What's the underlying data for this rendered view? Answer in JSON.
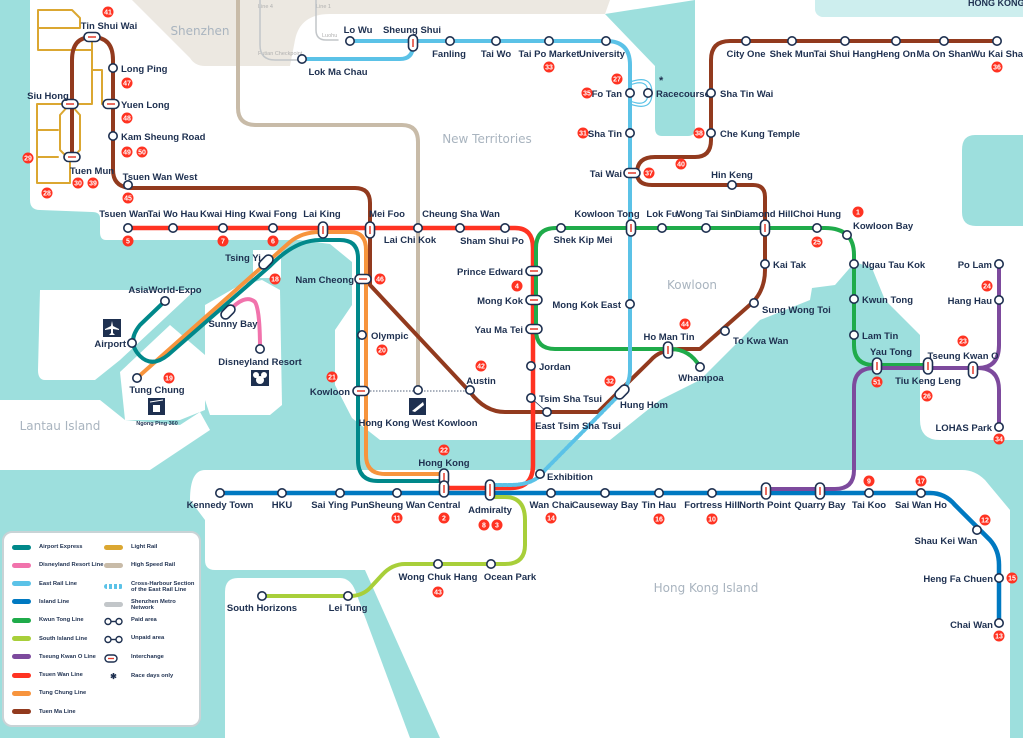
{
  "areas": {
    "shenzhen": "Shenzhen",
    "new_territories": "New Territories",
    "kowloon": "Kowloon",
    "lantau": "Lantau Island",
    "hk_island": "Hong Kong Island",
    "hong_kong_top": "HONG KONG"
  },
  "shenzhen_metro": {
    "line4": "Line 4",
    "line1": "Line 1",
    "luohu": "Luohu",
    "futian": "Futian Checkpoint"
  },
  "ngong_ping": "Ngong Ping 360",
  "lines": [
    {
      "id": "ae",
      "name": "Airport Express",
      "color": "#00888a"
    },
    {
      "id": "drl",
      "name": "Disneyland Resort Line",
      "color": "#f173ac"
    },
    {
      "id": "eal",
      "name": "East Rail Line",
      "color": "#5bc2e7"
    },
    {
      "id": "isl",
      "name": "Island Line",
      "color": "#0079c1"
    },
    {
      "id": "ktl",
      "name": "Kwun Tong Line",
      "color": "#1fab4a"
    },
    {
      "id": "sil",
      "name": "South Island Line",
      "color": "#a8cf3a"
    },
    {
      "id": "tkl",
      "name": "Tseung Kwan O Line",
      "color": "#7d4a9d"
    },
    {
      "id": "twl",
      "name": "Tsuen Wan Line",
      "color": "#ff3322"
    },
    {
      "id": "tcl",
      "name": "Tung Chung Line",
      "color": "#f7943d"
    },
    {
      "id": "tml",
      "name": "Tuen Ma Line",
      "color": "#923a1e"
    },
    {
      "id": "lr",
      "name": "Light Rail",
      "color": "#dba731"
    },
    {
      "id": "hsr",
      "name": "High Speed Rail",
      "color": "#c8bba8"
    },
    {
      "id": "xh",
      "name": "Cross-Harbour Section of the East Rail Line",
      "color": "#5bc2e7"
    },
    {
      "id": "sz",
      "name": "Shenzhen Metro Network",
      "color": "#c2c6c9"
    }
  ],
  "legend_symbols": [
    {
      "label": "Paid area",
      "symbol": "o-o"
    },
    {
      "label": "Unpaid area",
      "symbol": "o-o"
    },
    {
      "label": "Interchange",
      "symbol": "interchange"
    },
    {
      "label": "Race days only",
      "symbol": "*"
    }
  ],
  "stations": [
    "Tin Shui Wai",
    "Long Ping",
    "Yuen Long",
    "Kam Sheung Road",
    "Siu Hong",
    "Tuen Mun",
    "Tsuen Wan West",
    "Tsuen Wan",
    "Tai Wo Hau",
    "Kwai Hing",
    "Kwai Fong",
    "Lai King",
    "Mei Foo",
    "Lai Chi Kok",
    "Cheung Sha Wan",
    "Sham Shui Po",
    "Prince Edward",
    "Mong Kok",
    "Yau Ma Tei",
    "Jordan",
    "Tsim Sha Tsui",
    "East Tsim Sha Tsui",
    "Shek Kip Mei",
    "Kowloon Tong",
    "Lok Fu",
    "Wong Tai Sin",
    "Diamond Hill",
    "Choi Hung",
    "Kowloon Bay",
    "Ngau Tau Kok",
    "Kwun Tong",
    "Lam Tin",
    "Yau Tong",
    "Tiu Keng Leng",
    "Tseung Kwan O",
    "Hang Hau",
    "Po Lam",
    "LOHAS Park",
    "Whampoa",
    "Ho Man Tin",
    "To Kwa Wan",
    "Sung Wong Toi",
    "Kai Tak",
    "Hin Keng",
    "Tai Wai",
    "Sha Tin",
    "Fo Tan",
    "Racecourse",
    "University",
    "Tai Po Market",
    "Tai Wo",
    "Fanling",
    "Sheung Shui",
    "Lo Wu",
    "Lok Ma Chau",
    "Che Kung Temple",
    "Sha Tin Wai",
    "City One",
    "Shek Mun",
    "Tai Shui Hang",
    "Heng On",
    "Ma On Shan",
    "Wu Kai Sha",
    "Mong Kok East",
    "Hung Hom",
    "Austin",
    "Kowloon",
    "Olympic",
    "Nam Cheong",
    "Hong Kong West Kowloon",
    "Tsing Yi",
    "Sunny Bay",
    "Disneyland Resort",
    "AsiaWorld-Expo",
    "Airport",
    "Tung Chung",
    "Hong Kong",
    "Central",
    "Admiralty",
    "Exhibition",
    "Kennedy Town",
    "HKU",
    "Sai Ying Pun",
    "Sheung Wan",
    "Wan Chai",
    "Causeway Bay",
    "Tin Hau",
    "Fortress Hill",
    "North Point",
    "Quarry Bay",
    "Tai Koo",
    "Sai Wan Ho",
    "Shau Kei Wan",
    "Heng Fa Chuen",
    "Chai Wan",
    "Ocean Park",
    "Wong Chuk Hang",
    "Lei Tung",
    "South Horizons"
  ],
  "exit_markers": [
    "41",
    "47",
    "48",
    "49",
    "50",
    "29",
    "30",
    "39",
    "28",
    "45",
    "5",
    "7",
    "6",
    "18",
    "19",
    "46",
    "20",
    "21",
    "42",
    "4",
    "22",
    "33",
    "27",
    "35",
    "31",
    "37",
    "38",
    "40",
    "36",
    "1",
    "25",
    "44",
    "32",
    "24",
    "23",
    "51",
    "26",
    "34",
    "11",
    "2",
    "8",
    "3",
    "14",
    "16",
    "10",
    "9",
    "17",
    "12",
    "15",
    "13",
    "43"
  ],
  "race_days_marker": "*"
}
